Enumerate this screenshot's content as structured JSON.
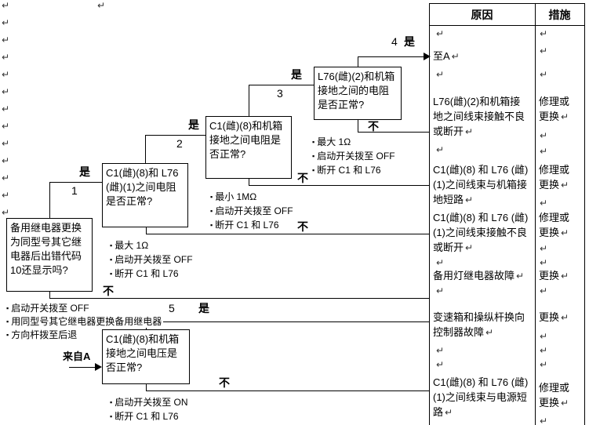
{
  "glyphs": {
    "bullet": "▪",
    "pilcrow": "↵"
  },
  "table": {
    "cause_header": "原因",
    "measure_header": "措施",
    "rows": [
      {
        "cause": "至A",
        "measure": ""
      },
      {
        "cause": "L76(雌)(2)和机箱接地之间线束接触不良或断开",
        "measure": "修理或更换"
      },
      {
        "cause": "C1(雌)(8) 和 L76 (雌)(1)之间线束与机箱接地短路",
        "measure": "修理或更换"
      },
      {
        "cause": "C1(雌)(8) 和 L76 (雌)(1)之间线束接触不良或断开",
        "measure": "修理或更换"
      },
      {
        "cause": "备用灯继电器故障",
        "measure": "更换"
      },
      {
        "cause": "变速箱和操纵杆换向控制器故障",
        "measure": "更换"
      },
      {
        "cause": "C1(雌)(8) 和 L76 (雌)(1)之间线束与电源短路",
        "measure": "修理或更换"
      }
    ]
  },
  "flow": {
    "yes": "是",
    "no": "不",
    "from_a": "来自A",
    "boxes": [
      {
        "step": "1",
        "question": "备用继电器更换为同型号其它继电器后出错代码10还显示吗?",
        "notes": [
          "启动开关拨至 OFF",
          "用同型号其它继电器更换备用继电器",
          "方向杆拨至后退"
        ]
      },
      {
        "step": "2",
        "question": "C1(雌)(8)和 L76 (雌)(1)之间电阻是否正常?",
        "notes": [
          "最大 1Ω",
          "启动开关拨至 OFF",
          "断开 C1 和 L76"
        ]
      },
      {
        "step": "3",
        "question": "C1(雌)(8)和机箱接地之间电阻是否正常?",
        "notes": [
          "最小 1MΩ",
          "启动开关拨至 OFF",
          "断开 C1 和 L76"
        ]
      },
      {
        "step": "4",
        "question": "L76(雌)(2)和机箱接地之间的电阻是否正常?",
        "notes": [
          "最大 1Ω",
          "启动开关拨至 OFF",
          "断开 C1 和 L76"
        ]
      },
      {
        "step": "5",
        "question": "C1(雌)(8)和机箱接地之间电压是否正常?",
        "notes": [
          "启动开关拨至 ON",
          "断开 C1 和 L76"
        ]
      }
    ]
  }
}
